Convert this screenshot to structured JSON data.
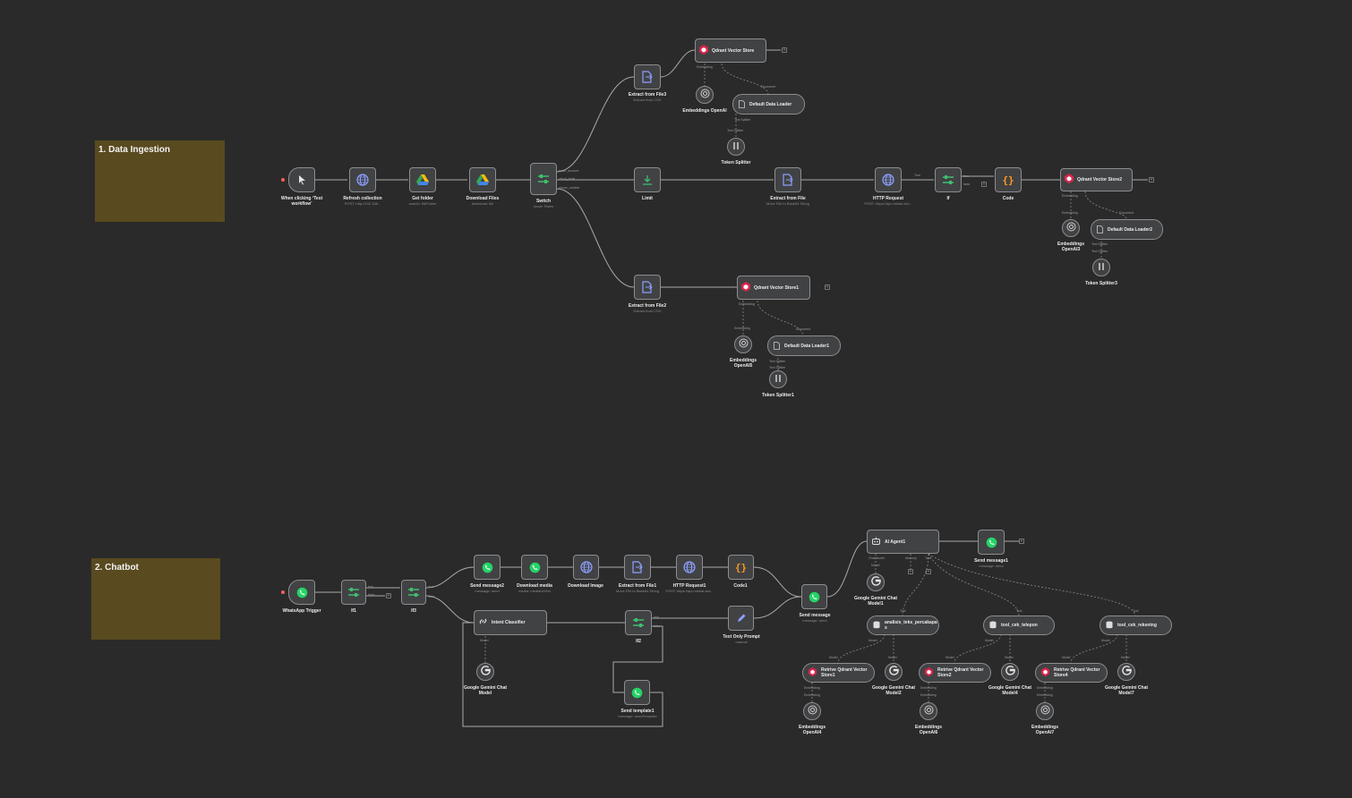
{
  "stickies": [
    {
      "id": "sticky-data-ingestion",
      "title": "1. Data Ingestion"
    },
    {
      "id": "sticky-chatbot",
      "title": "2. Chatbot"
    }
  ],
  "nodes": {
    "trigger_test": {
      "label": "When clicking ‘Test workflow’",
      "sub": "",
      "icon": "cursor"
    },
    "refresh": {
      "label": "Refresh collection",
      "sub": "POST: http://192.168...",
      "icon": "globe"
    },
    "get_folder": {
      "label": "Get folder",
      "sub": "search: fileFolder",
      "icon": "gdrive"
    },
    "download_files": {
      "label": "Download Files",
      "sub": "download: file",
      "icon": "gdrive"
    },
    "switch": {
      "label": "Switch",
      "sub": "mode: Rules",
      "icon": "switch"
    },
    "extract3": {
      "label": "Extract from File3",
      "sub": "Extract from CSV",
      "icon": "file"
    },
    "limit": {
      "label": "Limit",
      "sub": "",
      "icon": "limit"
    },
    "extract_file": {
      "label": "Extract from File",
      "sub": "Move File to Base64 String",
      "icon": "file"
    },
    "http1": {
      "label": "HTTP Request",
      "sub": "POST: https://api.mistral.ai/v...",
      "icon": "globe"
    },
    "if": {
      "label": "If",
      "sub": "",
      "icon": "if"
    },
    "code": {
      "label": "Code",
      "sub": "",
      "icon": "code"
    },
    "extract2": {
      "label": "Extract from File2",
      "sub": "Extract from CSV",
      "icon": "file"
    },
    "wa_trigger": {
      "label": "WhatsApp Trigger",
      "sub": "",
      "icon": "wa"
    },
    "if1": {
      "label": "If1",
      "sub": "",
      "icon": "if"
    },
    "if3": {
      "label": "If3",
      "sub": "",
      "icon": "if"
    },
    "send_msg2": {
      "label": "Send message2",
      "sub": "message: send",
      "icon": "wa"
    },
    "download_media": {
      "label": "Download media",
      "sub": "media: mediaUrlGet",
      "icon": "wa"
    },
    "download_image": {
      "label": "Download Image",
      "sub": "",
      "icon": "globe"
    },
    "extract1": {
      "label": "Extract from File1",
      "sub": "Move File to Base64 String",
      "icon": "file"
    },
    "http_req1": {
      "label": "HTTP Request1",
      "sub": "POST: https://api.mistral.ai/v...",
      "icon": "globe"
    },
    "code1": {
      "label": "Code1",
      "sub": "",
      "icon": "code"
    },
    "send_message": {
      "label": "Send message",
      "sub": "message: send",
      "icon": "wa"
    },
    "if2": {
      "label": "If2",
      "sub": "",
      "icon": "if"
    },
    "text_only": {
      "label": "Text Only Prompt",
      "sub": "manual",
      "icon": "pencil"
    },
    "send_template1": {
      "label": "Send template1",
      "sub": "message: sendTemplate",
      "icon": "wa"
    },
    "send_message1": {
      "label": "Send message1",
      "sub": "message: send",
      "icon": "wa"
    }
  },
  "wide_nodes": {
    "qdrant_vs": {
      "label": "Qdrant Vector Store"
    },
    "qdrant_vs2": {
      "label": "Qdrant Vector Store2"
    },
    "qdrant_vs1": {
      "label": "Qdrant Vector Store1"
    },
    "intent": {
      "label": "Intent Classifier"
    },
    "ai_agent1": {
      "label": "AI Agent1"
    }
  },
  "pills": {
    "ddl": {
      "label": "Default Data Loader"
    },
    "ddl2": {
      "label": "Default Data Loader2"
    },
    "ddl1": {
      "label": "Default Data Loader1"
    },
    "tool_analisis": {
      "label": "analisis_teks_percakapa s"
    },
    "tool_telepon": {
      "label": "tool_cek_telepon"
    },
    "tool_rekening": {
      "label": "tool_cek_rekening"
    },
    "retrieve1": {
      "label": "Retrive Qdrant Vector Store1"
    },
    "retrieve2": {
      "label": "Retrive Qdrant Vector Store2"
    },
    "retrieve4": {
      "label": "Retrive Qdrant Vector Store4"
    }
  },
  "circles": {
    "emb_openai": {
      "label": "Embeddings OpenAI"
    },
    "token_splitter": {
      "label": "Token Splitter"
    },
    "emb_openai3": {
      "label": "Embeddings OpenAI3"
    },
    "token_splitter3": {
      "label": "Token Splitter3"
    },
    "emb_openai5": {
      "label": "Embeddings OpenAI5"
    },
    "token_splitter1": {
      "label": "Token Splitter1"
    },
    "gemini": {
      "label": "Google Gemini Chat Model"
    },
    "gemini1": {
      "label": "Google Gemini Chat Model1"
    },
    "gemini2": {
      "label": "Google Gemini Chat Model2"
    },
    "gemini4": {
      "label": "Google Gemini Chat Model4"
    },
    "gemini7": {
      "label": "Google Gemini Chat Model7"
    },
    "emb_openai4": {
      "label": "Embeddings OpenAI4"
    },
    "emb_openai6": {
      "label": "Embeddings OpenAI6"
    },
    "emb_openai7": {
      "label": "Embeddings OpenAI7"
    }
  },
  "ports": {
    "switch_out1": "basic_account",
    "switch_out2": "about_bank",
    "switch_out3": "phone_number",
    "embedding": "Embedding",
    "document": "Document",
    "text_splitter": "Text Splitter",
    "model": "Model",
    "chat_model": "Chat Model",
    "memory": "Memory",
    "tool": "Tool",
    "true": "true",
    "false": "false",
    "if_true": "True"
  },
  "colors": {
    "canvas": "#2a2a2a",
    "node": "#414244",
    "border": "#8d8d91",
    "sticky": "#594a1f",
    "whatsapp": "#25d366",
    "code": "#ff9922",
    "globe": "#8fa0ff",
    "switch": "#3fbf6f",
    "qdrant": "#dc244c"
  }
}
